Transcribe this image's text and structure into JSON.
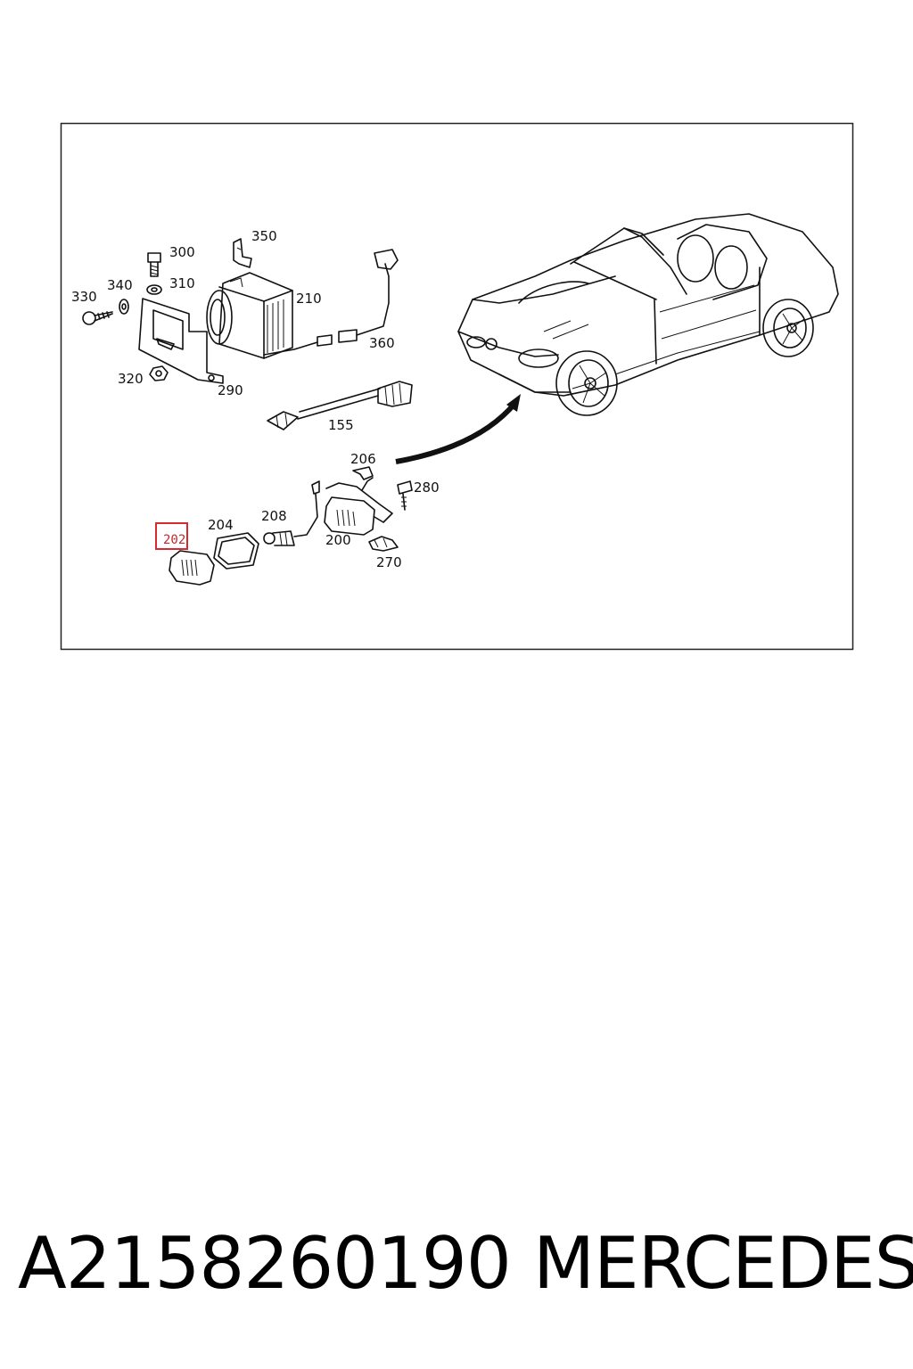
{
  "diagram": {
    "callouts": {
      "p300": "300",
      "p350": "350",
      "p330": "330",
      "p340": "340",
      "p310": "310",
      "p210": "210",
      "p360": "360",
      "p320": "320",
      "p290": "290",
      "p155": "155",
      "p206": "206",
      "p280": "280",
      "p208": "208",
      "p204": "204",
      "p202": "202",
      "p200": "200",
      "p270": "270"
    },
    "highlighted_part": "202",
    "highlight_color": "#d9282f"
  },
  "footer": {
    "part_number": "A2158260190",
    "brand": "MERCEDES"
  }
}
